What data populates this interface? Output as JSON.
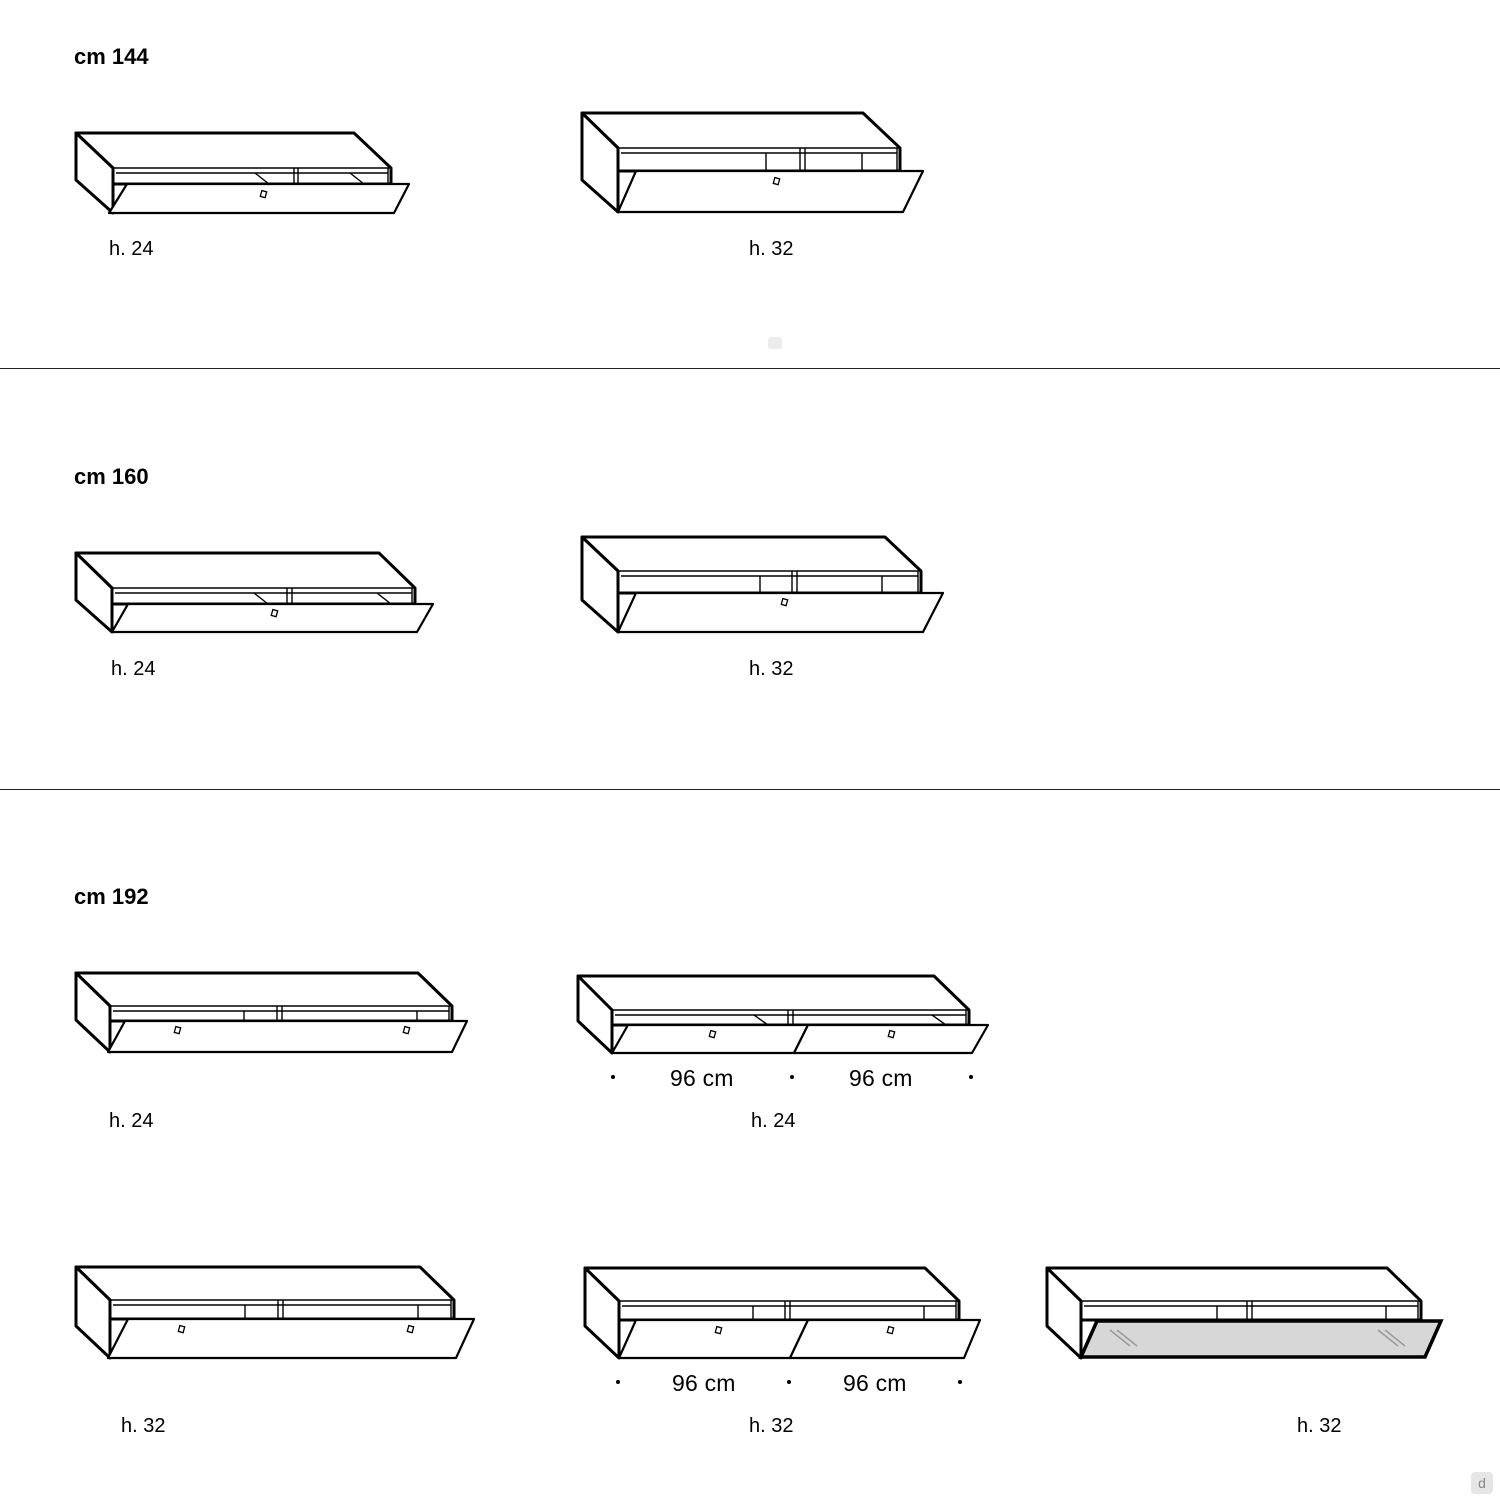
{
  "sections": [
    {
      "title": "cm 144",
      "items": [
        {
          "height": "h. 24"
        },
        {
          "height": "h. 32"
        }
      ]
    },
    {
      "title": "cm 160",
      "items": [
        {
          "height": "h. 24"
        },
        {
          "height": "h. 32"
        }
      ]
    },
    {
      "title": "cm 192",
      "items": [
        {
          "height": "h. 24"
        },
        {
          "height": "h. 24",
          "dims": [
            "96 cm",
            "96 cm"
          ]
        },
        {
          "height": "h. 32"
        },
        {
          "height": "h. 32",
          "dims": [
            "96 cm",
            "96 cm"
          ]
        },
        {
          "height": "h. 32"
        }
      ]
    }
  ],
  "watermark": {
    "glyph": "d",
    "icon": "brand-badge-icon"
  }
}
